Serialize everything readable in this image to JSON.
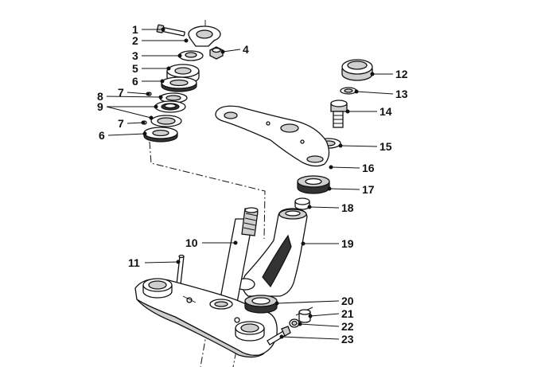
{
  "diagram": {
    "callouts": [
      {
        "id": "c1",
        "text": "1"
      },
      {
        "id": "c2",
        "text": "2"
      },
      {
        "id": "c3",
        "text": "3"
      },
      {
        "id": "c4",
        "text": "4"
      },
      {
        "id": "c5",
        "text": "5"
      },
      {
        "id": "c6a",
        "text": "6"
      },
      {
        "id": "c7a",
        "text": "7"
      },
      {
        "id": "c8",
        "text": "8"
      },
      {
        "id": "c9",
        "text": "9"
      },
      {
        "id": "c7b",
        "text": "7"
      },
      {
        "id": "c6b",
        "text": "6"
      },
      {
        "id": "c10",
        "text": "10"
      },
      {
        "id": "c11",
        "text": "11"
      },
      {
        "id": "c12",
        "text": "12"
      },
      {
        "id": "c13",
        "text": "13"
      },
      {
        "id": "c14",
        "text": "14"
      },
      {
        "id": "c15",
        "text": "15"
      },
      {
        "id": "c16",
        "text": "16"
      },
      {
        "id": "c17",
        "text": "17"
      },
      {
        "id": "c18",
        "text": "18"
      },
      {
        "id": "c19",
        "text": "19"
      },
      {
        "id": "c20",
        "text": "20"
      },
      {
        "id": "c21",
        "text": "21"
      },
      {
        "id": "c22",
        "text": "22"
      },
      {
        "id": "c23",
        "text": "23"
      }
    ]
  }
}
